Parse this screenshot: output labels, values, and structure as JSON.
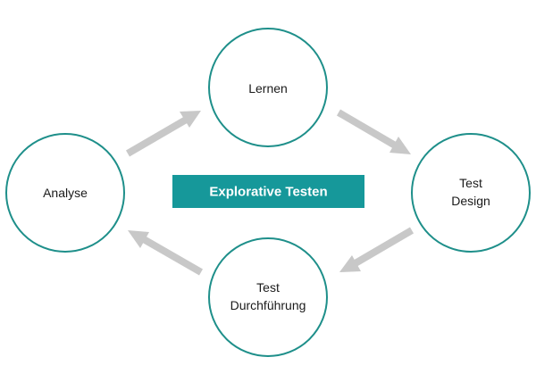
{
  "center": {
    "label": "Explorative Testen",
    "color": "#16989a"
  },
  "nodes": [
    {
      "id": "lernen",
      "lines": [
        "Lernen"
      ]
    },
    {
      "id": "test-design",
      "lines": [
        "Test",
        "Design"
      ]
    },
    {
      "id": "test-durchfuehrung",
      "lines": [
        "Test",
        "Durchführung"
      ]
    },
    {
      "id": "analyse",
      "lines": [
        "Analyse"
      ]
    }
  ],
  "colors": {
    "circle_stroke": "#1e8f8a",
    "arrow": "#c8c8c8",
    "text": "#1a1a1a"
  },
  "flow": [
    "analyse",
    "lernen",
    "test-design",
    "test-durchfuehrung",
    "analyse"
  ]
}
